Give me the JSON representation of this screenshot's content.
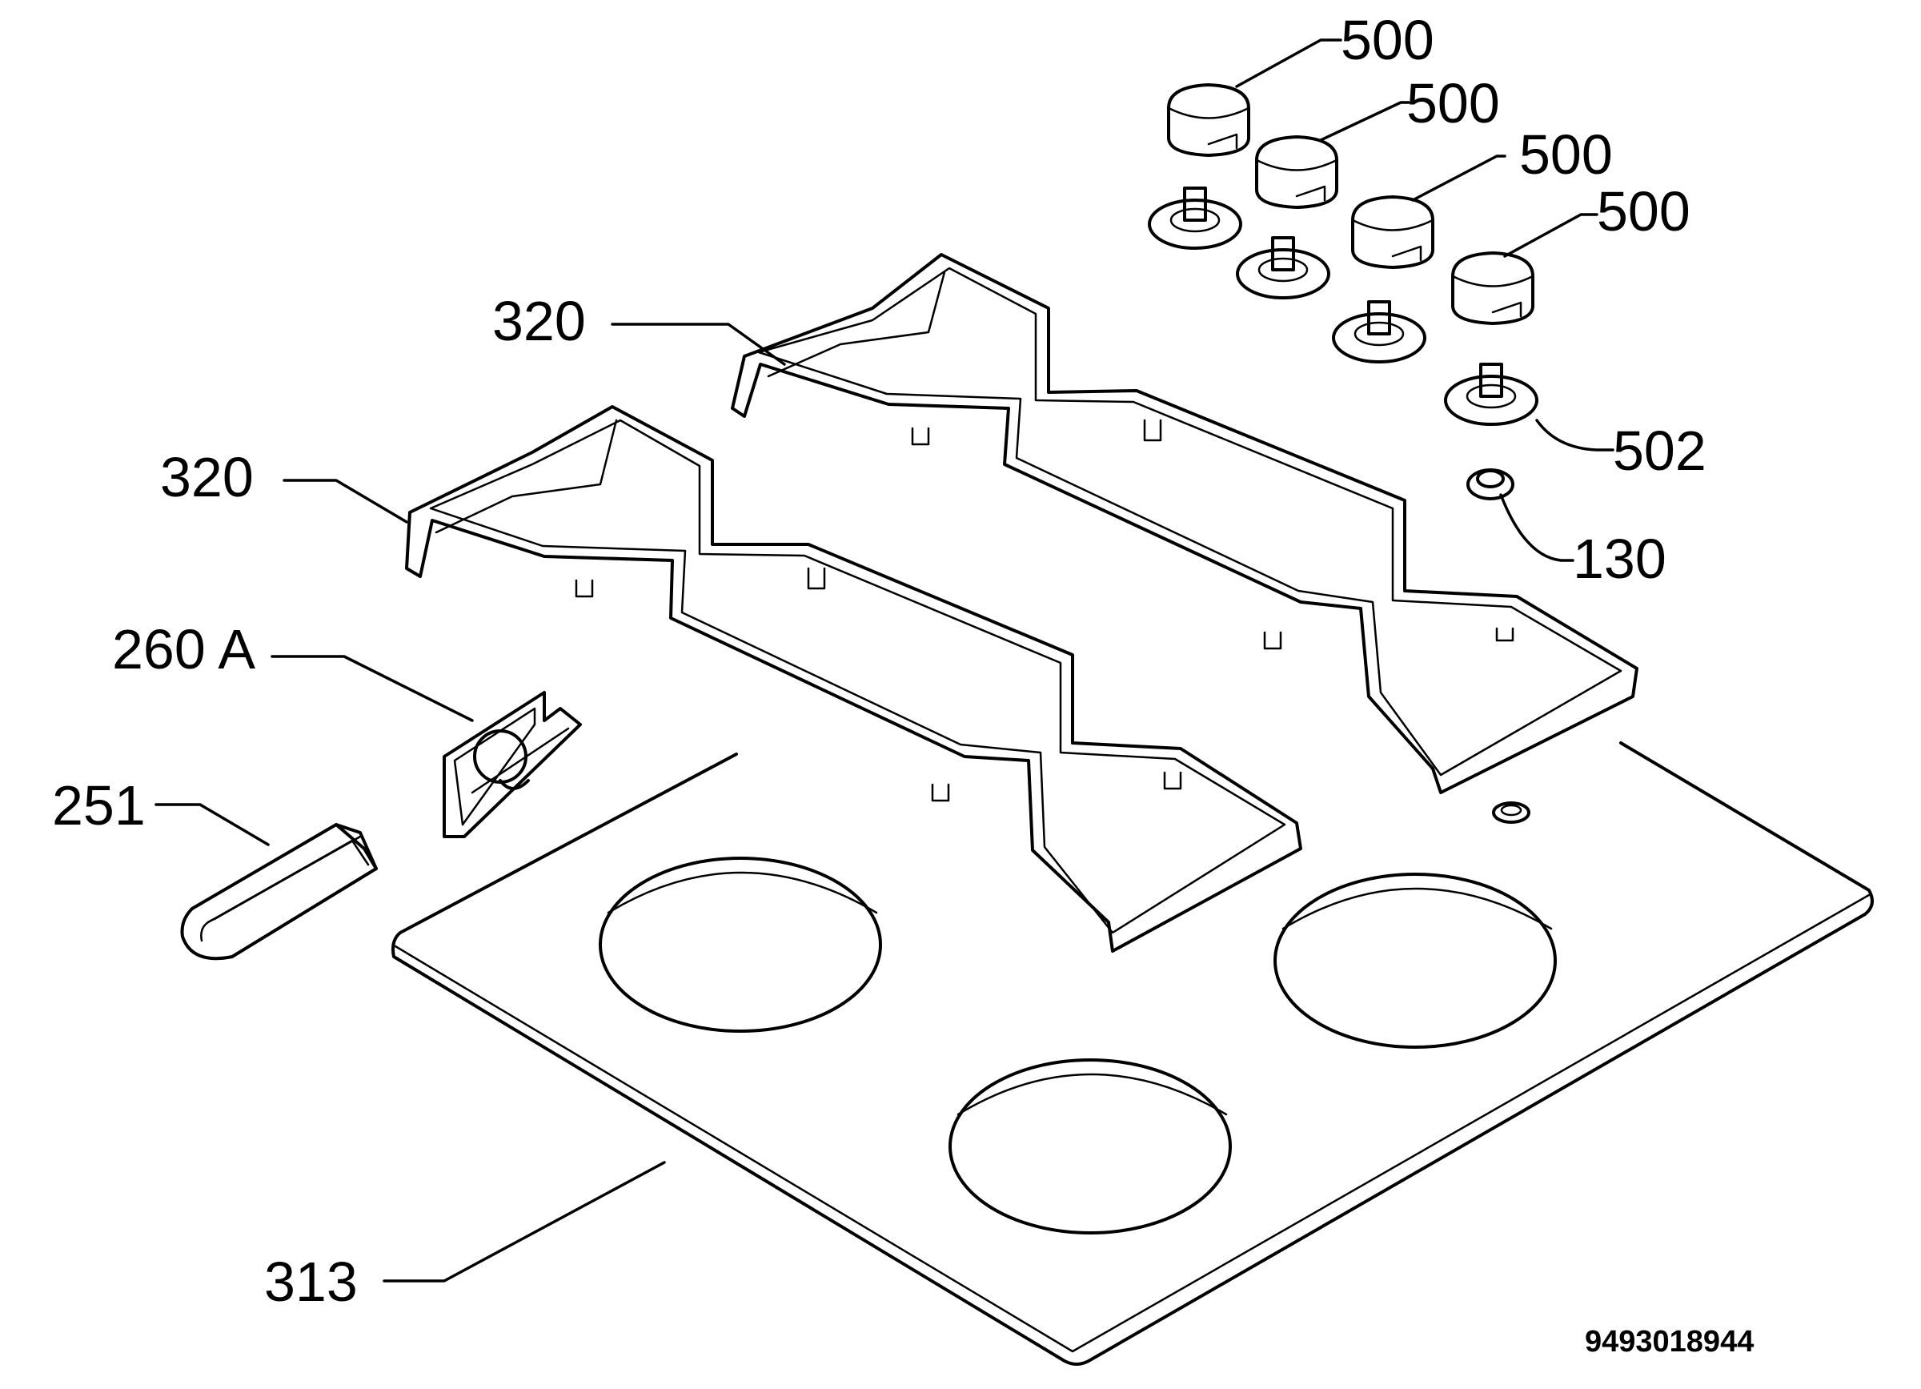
{
  "diagram": {
    "part_labels": {
      "knob_1": "500",
      "knob_2": "500",
      "knob_3": "500",
      "knob_4": "500",
      "grid_back": "320",
      "grid_front": "320",
      "tap_seal": "502",
      "injector": "130",
      "bracket": "260 A",
      "clip": "251",
      "hob_top": "313"
    },
    "drawing_code": "9493018944"
  }
}
